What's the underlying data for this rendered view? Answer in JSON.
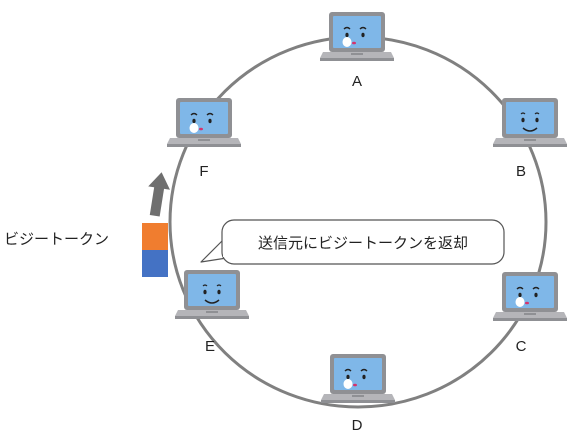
{
  "diagram": {
    "nodes": [
      {
        "id": "A",
        "label": "A",
        "face": "thinking"
      },
      {
        "id": "B",
        "label": "B",
        "face": "smile"
      },
      {
        "id": "C",
        "label": "C",
        "face": "thinking"
      },
      {
        "id": "D",
        "label": "D",
        "face": "thinking"
      },
      {
        "id": "E",
        "label": "E",
        "face": "smile"
      },
      {
        "id": "F",
        "label": "F",
        "face": "thinking"
      }
    ],
    "edges": [
      [
        "A",
        "B"
      ],
      [
        "B",
        "C"
      ],
      [
        "C",
        "D"
      ],
      [
        "D",
        "E"
      ],
      [
        "E",
        "F"
      ],
      [
        "F",
        "A"
      ]
    ],
    "token_label": "ビジートークン",
    "speech_bubble": "送信元にビジートークンを返却",
    "colors": {
      "ring": "#808080",
      "laptop_screen": "#7fb7e8",
      "laptop_body": "#a9a9ad",
      "token_orange": "#f07d2f",
      "token_blue": "#4472c4",
      "arrow": "#6f6f6f"
    }
  }
}
